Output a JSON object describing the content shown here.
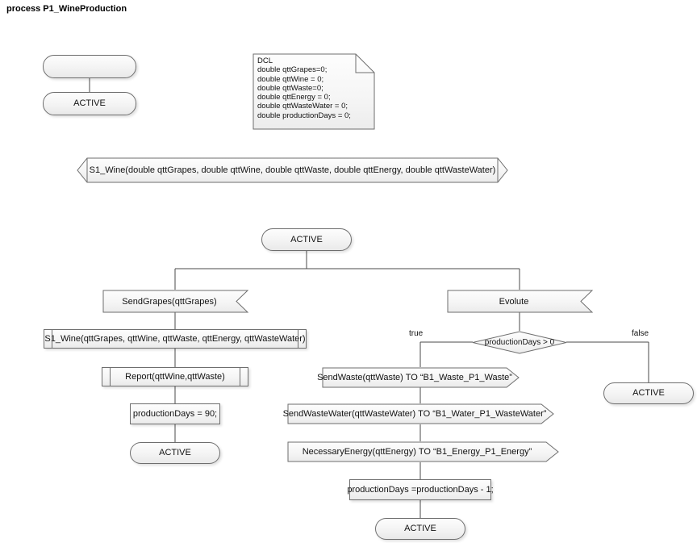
{
  "diagram": {
    "title": "process P1_WineProduction",
    "type": "sdl-process-diagram",
    "colors": {
      "background": "#ffffff",
      "shape_fill": "#f4f4f4",
      "shape_stroke": "#6e6e6e",
      "connector": "#4a4a4a",
      "text": "#111111"
    }
  },
  "declaration": {
    "keyword": "DCL",
    "lines": [
      "double qttGrapes=0;",
      "double qttWine = 0;",
      "double qttWaste=0;",
      "double qttEnergy = 0;",
      "double qttWasteWater = 0;",
      "double productionDays = 0;"
    ],
    "full_text": "DCL\ndouble qttGrapes=0;\ndouble qttWine = 0;\ndouble qttWaste=0;\ndouble qttEnergy = 0;\ndouble qttWasteWater = 0;\ndouble productionDays = 0;"
  },
  "start": {
    "start_state_label": "",
    "first_state_label": "ACTIVE"
  },
  "signal_declaration": {
    "label": "S1_Wine(double qttGrapes, double qttWine, double qttWaste, double qttEnergy, double qttWasteWater)"
  },
  "main_state": {
    "label": "ACTIVE"
  },
  "left_branch": {
    "input": "SendGrapes(qttGrapes)",
    "procedure_call_1": "S1_Wine(qttGrapes, qttWine, qttWaste, qttEnergy, qttWasteWater)",
    "procedure_call_2": "Report(qttWine,qttWaste)",
    "task": "productionDays = 90;",
    "end_state": "ACTIVE"
  },
  "right_branch": {
    "input": "Evolute",
    "decision": "productionDays > 0",
    "branch_true_label": "true",
    "branch_false_label": "false",
    "outputs": [
      "SendWaste(qttWaste) TO “B1_Waste_P1_Waste”",
      "SendWasteWater(qttWasteWater) TO “B1_Water_P1_WasteWater”",
      "NecessaryEnergy(qttEnergy) TO “B1_Energy_P1_Energy”"
    ],
    "task": "productionDays =productionDays - 1;",
    "end_state_true": "ACTIVE",
    "end_state_false": "ACTIVE"
  }
}
